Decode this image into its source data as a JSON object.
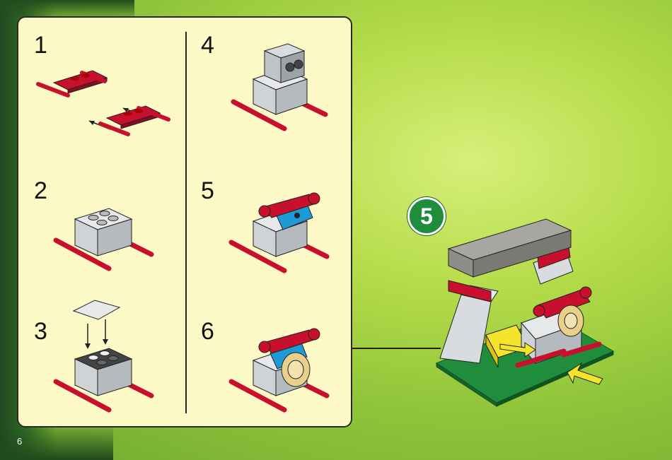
{
  "steps": [
    {
      "number": "1"
    },
    {
      "number": "2"
    },
    {
      "number": "3"
    },
    {
      "number": "4"
    },
    {
      "number": "5"
    },
    {
      "number": "6"
    }
  ],
  "main_step": {
    "number": "5"
  },
  "page": {
    "number": "6"
  },
  "colors": {
    "panel_background": "#fcf9c6",
    "badge_green": "#1f8d3b",
    "brick_red": "#c8102e",
    "brick_gray": "#cfd3d6",
    "baseplate_green": "#1f8d3b",
    "brick_yellow": "#f5e42a",
    "brick_blue": "#1e9ad6"
  }
}
